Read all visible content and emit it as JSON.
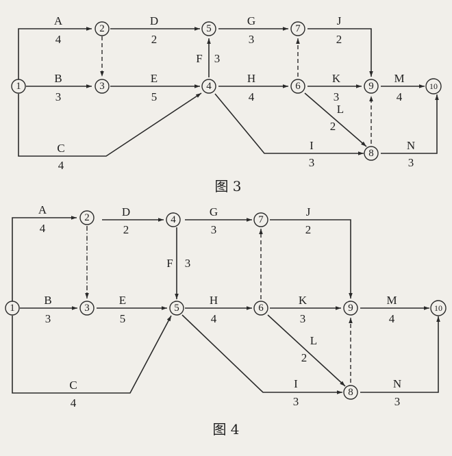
{
  "figures": [
    {
      "caption": "图 3",
      "nodes": [
        "1",
        "2",
        "3",
        "4",
        "5",
        "6",
        "7",
        "8",
        "9",
        "10"
      ],
      "activities": [
        {
          "name": "A",
          "dur": "4"
        },
        {
          "name": "B",
          "dur": "3"
        },
        {
          "name": "C",
          "dur": "4"
        },
        {
          "name": "D",
          "dur": "2"
        },
        {
          "name": "E",
          "dur": "5"
        },
        {
          "name": "F",
          "dur": "3"
        },
        {
          "name": "G",
          "dur": "3"
        },
        {
          "name": "H",
          "dur": "4"
        },
        {
          "name": "I",
          "dur": "3"
        },
        {
          "name": "J",
          "dur": "2"
        },
        {
          "name": "K",
          "dur": "3"
        },
        {
          "name": "L",
          "dur": "2"
        },
        {
          "name": "M",
          "dur": "4"
        },
        {
          "name": "N",
          "dur": "3"
        }
      ]
    },
    {
      "caption": "图 4",
      "nodes": [
        "1",
        "2",
        "3",
        "4",
        "5",
        "6",
        "7",
        "8",
        "9",
        "10"
      ],
      "activities": [
        {
          "name": "A",
          "dur": "4"
        },
        {
          "name": "B",
          "dur": "3"
        },
        {
          "name": "C",
          "dur": "4"
        },
        {
          "name": "D",
          "dur": "2"
        },
        {
          "name": "E",
          "dur": "5"
        },
        {
          "name": "F",
          "dur": "3"
        },
        {
          "name": "G",
          "dur": "3"
        },
        {
          "name": "H",
          "dur": "4"
        },
        {
          "name": "I",
          "dur": "3"
        },
        {
          "name": "J",
          "dur": "2"
        },
        {
          "name": "K",
          "dur": "3"
        },
        {
          "name": "L",
          "dur": "2"
        },
        {
          "name": "M",
          "dur": "4"
        },
        {
          "name": "N",
          "dur": "3"
        }
      ]
    }
  ]
}
